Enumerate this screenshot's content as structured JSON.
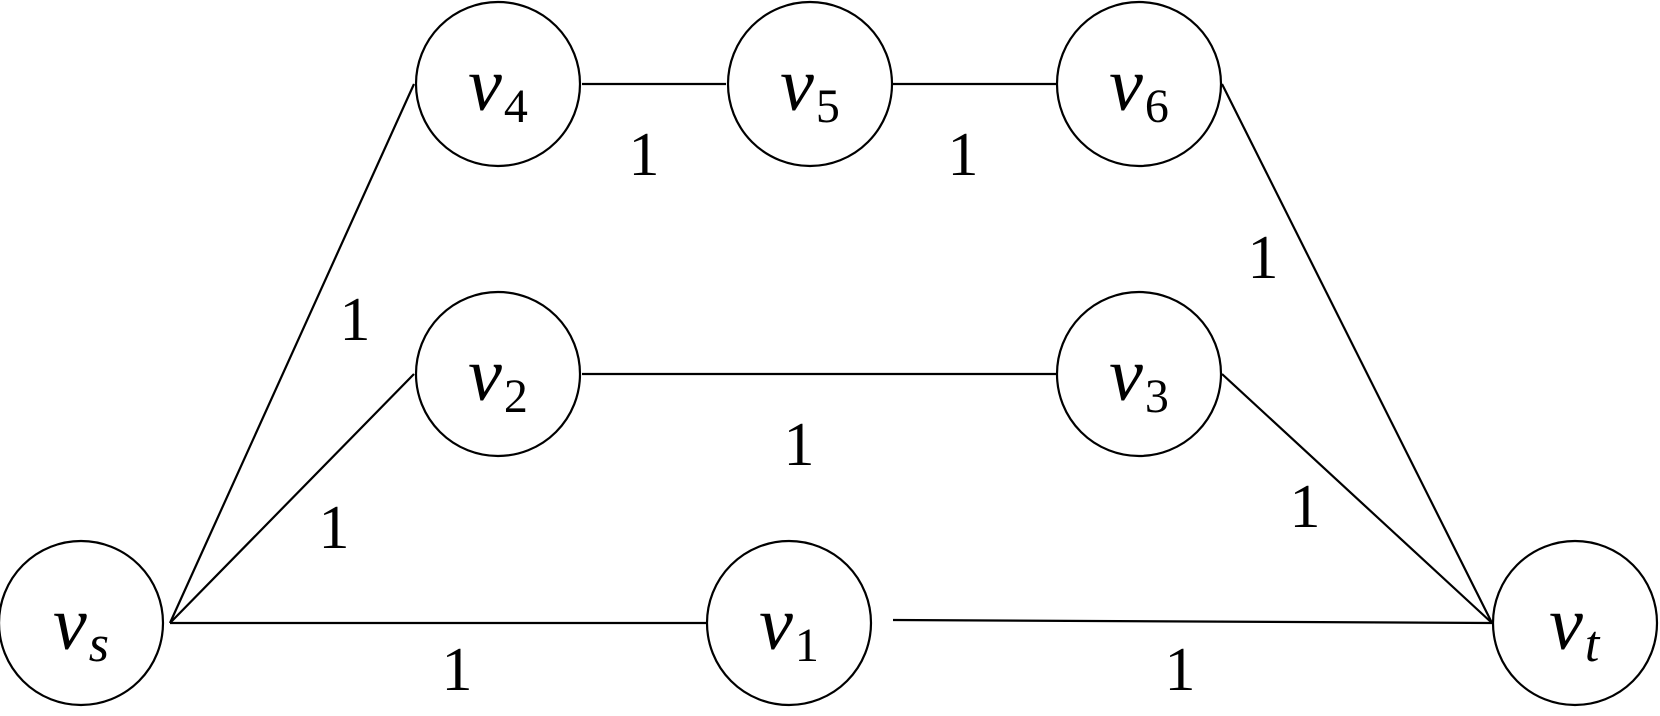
{
  "graph": {
    "nodes": [
      {
        "id": "vs",
        "main": "v",
        "sub": "s",
        "sub_italic": true
      },
      {
        "id": "v1",
        "main": "v",
        "sub": "1",
        "sub_italic": false
      },
      {
        "id": "v2",
        "main": "v",
        "sub": "2",
        "sub_italic": false
      },
      {
        "id": "v3",
        "main": "v",
        "sub": "3",
        "sub_italic": false
      },
      {
        "id": "v4",
        "main": "v",
        "sub": "4",
        "sub_italic": false
      },
      {
        "id": "v5",
        "main": "v",
        "sub": "5",
        "sub_italic": false
      },
      {
        "id": "v6",
        "main": "v",
        "sub": "6",
        "sub_italic": false
      },
      {
        "id": "vt",
        "main": "v",
        "sub": "t",
        "sub_italic": true
      }
    ],
    "edges": [
      {
        "from": "vs",
        "to": "v4",
        "weight": "1"
      },
      {
        "from": "vs",
        "to": "v2",
        "weight": "1"
      },
      {
        "from": "vs",
        "to": "v1",
        "weight": "1"
      },
      {
        "from": "v4",
        "to": "v5",
        "weight": "1"
      },
      {
        "from": "v5",
        "to": "v6",
        "weight": "1"
      },
      {
        "from": "v2",
        "to": "v3",
        "weight": "1"
      },
      {
        "from": "v1",
        "to": "vt",
        "weight": "1"
      },
      {
        "from": "v3",
        "to": "vt",
        "weight": "1"
      },
      {
        "from": "v6",
        "to": "vt",
        "weight": "1"
      }
    ]
  },
  "colors": {
    "stroke": "#000000",
    "node_fill": "#ffffff",
    "background": "#ffffff"
  }
}
